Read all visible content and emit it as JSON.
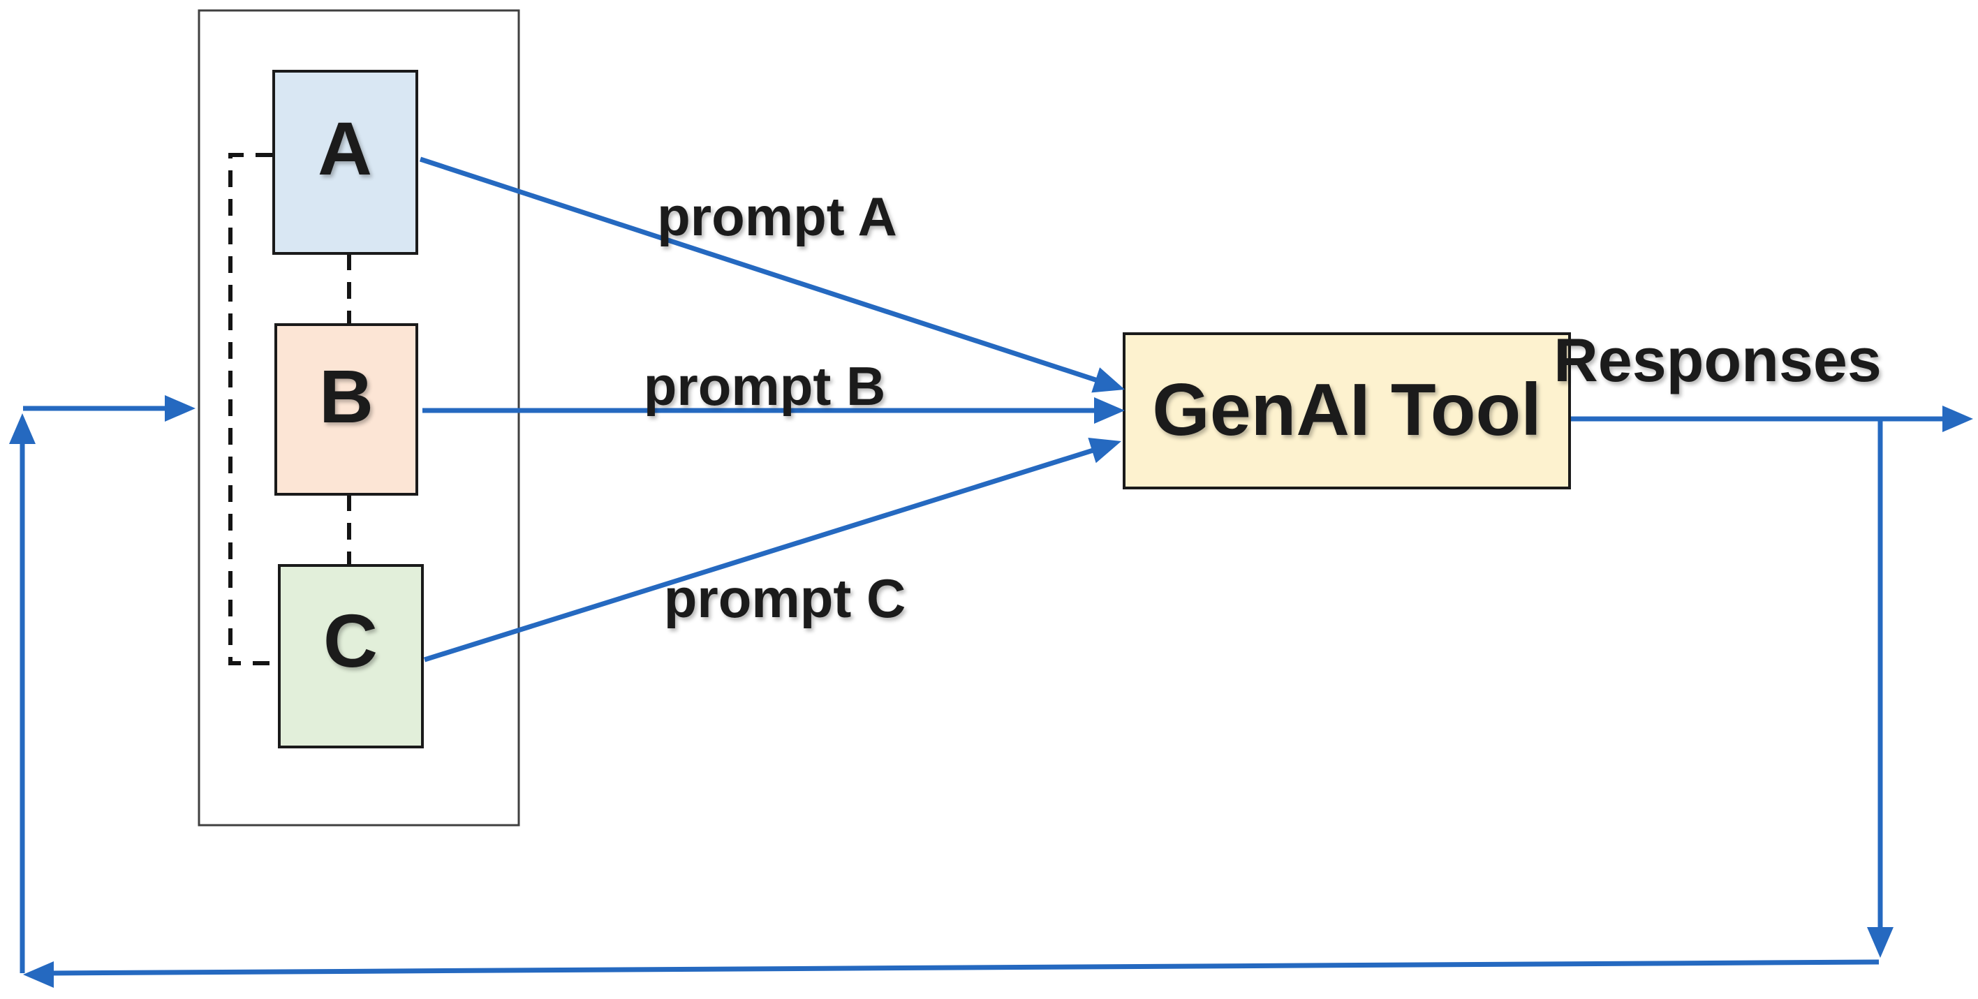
{
  "diagram": {
    "source_group": {
      "boxes": [
        {
          "id": "A",
          "label": "A"
        },
        {
          "id": "B",
          "label": "B"
        },
        {
          "id": "C",
          "label": "C"
        }
      ]
    },
    "tool_box": {
      "label": "GenAI Tool"
    },
    "arrow_labels": {
      "prompt_a": "prompt A",
      "prompt_b": "prompt B",
      "prompt_c": "prompt C",
      "responses": "Responses"
    }
  },
  "colors": {
    "background": "#ffffff",
    "box_a_fill": "#d9e7f3",
    "box_b_fill": "#fce5d5",
    "box_c_fill": "#e2efda",
    "tool_fill": "#fdf2cf",
    "arrow_blue": "#2569c0",
    "box_border": "#1a1a1a",
    "container_border": "#3f3f3f",
    "dashed_line": "#141414",
    "text_color": "#1b1b1b"
  }
}
